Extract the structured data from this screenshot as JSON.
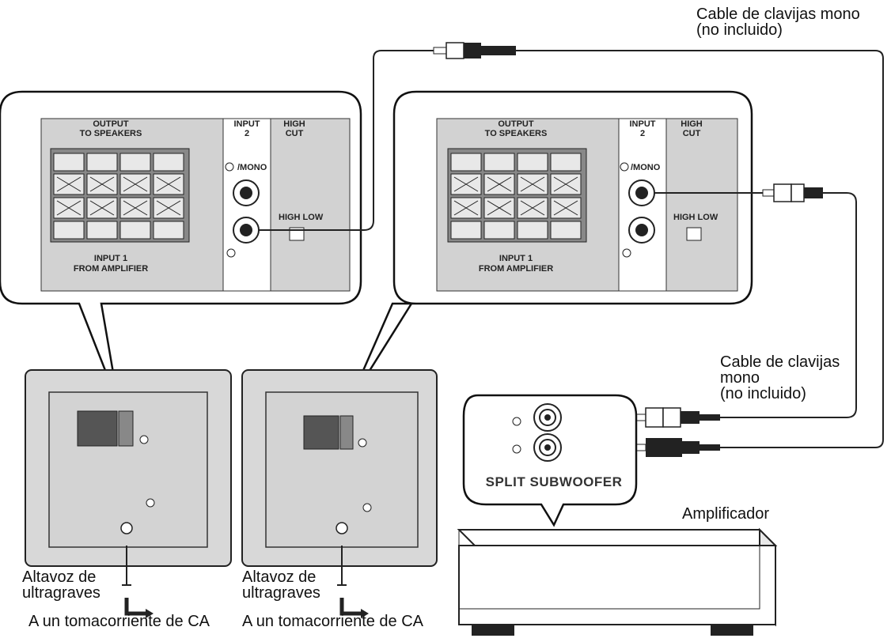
{
  "labels": {
    "cable_top_line1": "Cable de clavijas mono",
    "cable_top_line2": "(no incluido)",
    "cable_right_line1": "Cable de clavijas",
    "cable_right_line2": "mono",
    "cable_right_line3": "(no incluido)",
    "amplifier": "Amplificador",
    "split_subwoofer": "SPLIT SUBWOOFER",
    "sub1_line1": "Altavoz de",
    "sub1_line2": "ultragraves",
    "sub2_line1": "Altavoz de",
    "sub2_line2": "ultragraves",
    "outlet1": "A un tomacorriente de CA",
    "outlet2": "A un tomacorriente de CA"
  },
  "panel": {
    "output_line1": "OUTPUT",
    "output_line2": "TO SPEAKERS",
    "input2_line1": "INPUT",
    "input2_line2": "2",
    "highcut_line1": "HIGH",
    "highcut_line2": "CUT",
    "mono": "/MONO",
    "high_low": "HIGH LOW",
    "input1_line1": "INPUT 1",
    "input1_line2": "FROM AMPLIFIER"
  }
}
